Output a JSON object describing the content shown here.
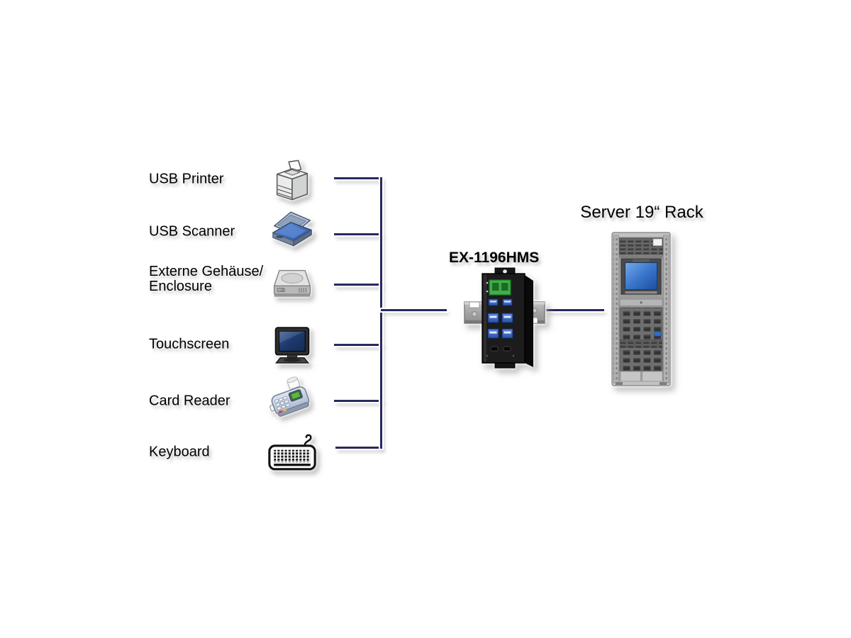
{
  "diagram": {
    "title": "",
    "background": "#ffffff",
    "connector_color": "#29295f",
    "devices": [
      {
        "label": "USB Printer",
        "label2": "",
        "icon": "printer-icon"
      },
      {
        "label": "USB Scanner",
        "label2": "",
        "icon": "scanner-icon"
      },
      {
        "label": "Externe Gehäuse/",
        "label2": "Enclosure",
        "icon": "hdd-enclosure-icon"
      },
      {
        "label": "Touchscreen",
        "label2": "",
        "icon": "touchscreen-icon"
      },
      {
        "label": "Card Reader",
        "label2": "",
        "icon": "card-reader-icon"
      },
      {
        "label": "Keyboard",
        "label2": "",
        "icon": "keyboard-icon"
      }
    ],
    "hub": {
      "label": "EX-1196HMS",
      "icon": "din-rail-usb-hub-icon",
      "colors": {
        "body": "#1b1b1b",
        "rail": "#a8a8a8",
        "terminal_block": "#3fae49",
        "usb_port": "#3566cc"
      }
    },
    "server": {
      "label": "Server 19“ Rack",
      "icon": "server-rack-icon",
      "colors": {
        "frame": "#c2c2c2",
        "screen": "#2f6fc7"
      }
    }
  }
}
